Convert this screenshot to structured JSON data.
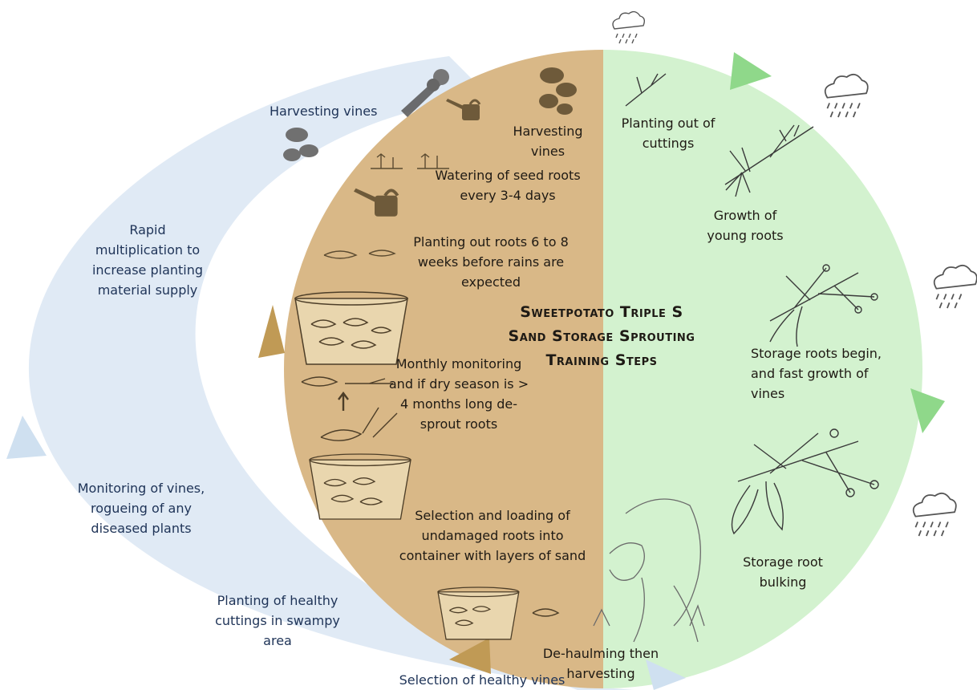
{
  "title": {
    "line1": "Sweetpotato Triple S",
    "line2": "Sand Storage Sprouting",
    "line3": "Training Steps"
  },
  "outer_cycle": {
    "harvesting_vines": "Harvesting vines",
    "rapid_multiplication": "Rapid multiplication to increase planting material supply",
    "monitoring": "Monitoring of vines, rogueing of any diseased plants",
    "planting_swampy": "Planting of healthy cuttings in swampy area",
    "selection_vines": "Selection of healthy vines"
  },
  "storage_phase": {
    "harvesting_vines": "Harvesting vines",
    "watering": "Watering of seed roots every 3-4 days",
    "planting_out_roots": "Planting out roots 6 to 8 weeks before rains are expected",
    "monthly_monitoring": "Monthly monitoring and if dry season is > 4 months long de-sprout roots",
    "selection_loading": "Selection and loading of undamaged roots into container with layers of sand"
  },
  "growing_phase": {
    "planting_cuttings": "Planting out of cuttings",
    "young_roots": "Growth of young roots",
    "storage_roots_begin": "Storage roots begin, and fast growth of vines",
    "bulking": "Storage root bulking",
    "dehaulming": "De-haulming then harvesting"
  },
  "colors": {
    "storage_half": "#d9b887",
    "growing_half": "#d3f2cf",
    "outer_ring": "#dde8f4",
    "arrow_tan": "#c09a55",
    "arrow_green": "#8fd88a",
    "arrow_blue": "#cfe0f0",
    "text_dark": "#1f1a14",
    "text_blue": "#1e3357"
  },
  "icons": [
    "rain-cloud-icon",
    "watering-can-icon",
    "sand-basket-icon",
    "seedling-icon",
    "vine-bundle-icon",
    "farmer-illustration"
  ]
}
